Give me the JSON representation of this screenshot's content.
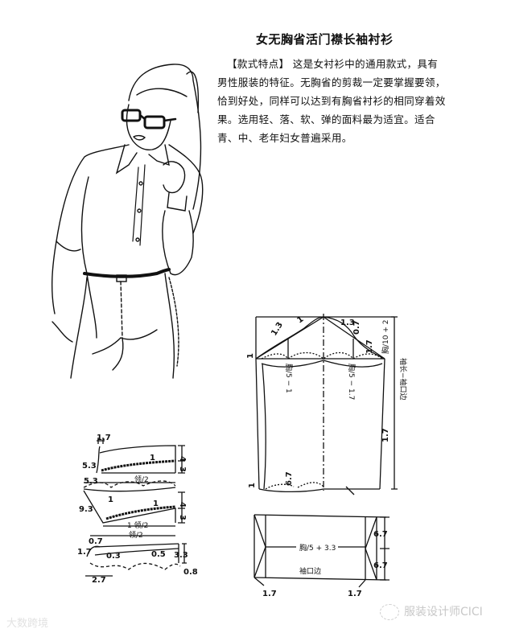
{
  "page": {
    "title": "女无胸省活门襟长袖衬衫",
    "paragraph_label": "【款式特点】",
    "paragraph_lines": [
      "这是女衬衫中的通用款式，具有",
      "男性服装的特征。无胸省的剪裁一定要掌握要领，",
      "恰到好处，同样可以达到有胸省衬衫的相同穿着效",
      "果。选用轻、落、软、弹的面料最为适宜。适合",
      "青、中、老年妇女普遍采用。"
    ]
  },
  "sleeve_pattern": {
    "labels": {
      "cap_top_left": "1",
      "cap_left_1_3": "1.3",
      "cap_right_1_3": "1.3",
      "cap_right_0_7": "0.7",
      "cap_right_1_7": "1.7",
      "left_edge_1": "1",
      "front_width": "胸/5 − 1",
      "back_width": "胸/5 − 1.7",
      "cap_height": "胸/10 + 2",
      "sleeve_length": "袖长−袖口边",
      "side_1_7": "1.7",
      "hem_6_7": "6.7",
      "hem_left_1": "1"
    }
  },
  "cuff_pattern": {
    "labels": {
      "width": "胸/5 + 3.3",
      "top_height": "6.7",
      "bottom_height": "6.7",
      "cuff_edge": "袖口边",
      "left_1_7": "1.7",
      "right_1_7": "1.7"
    }
  },
  "collar_pattern": {
    "labels": {
      "top_1_7": "1.7",
      "left_5_3": "5.3",
      "curve_1_a": "1",
      "right_4_a": "4",
      "right_3_a": "3",
      "left_5_3_b": "5.3",
      "collar_half_a": "领/2",
      "curve_1_b": "1",
      "left_9_3": "9.3",
      "curve_1_c": "1",
      "right_4_b": "4",
      "right_3_b": "3",
      "collar_half_b": "1 领/2",
      "collar_half_c": "领/2",
      "left_0_7": "0.7",
      "left_1_7": "1.7",
      "mark_0_3": "0.3",
      "mark_0_5": "0.5",
      "right_3_3": "3.3",
      "right_0_8": "0.8",
      "bottom_2_7": "2.7"
    }
  },
  "watermarks": {
    "left": "大数跨境",
    "right": "服装设计师CICI"
  }
}
